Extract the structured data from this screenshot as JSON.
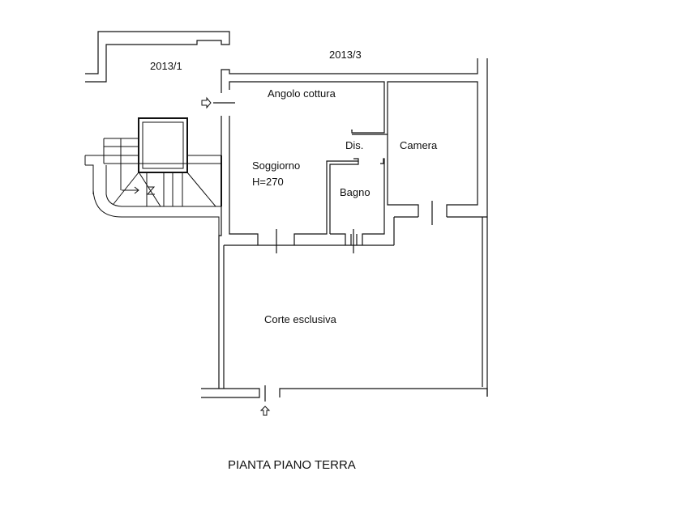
{
  "labels": {
    "lot_1": "2013/1",
    "lot_3": "2013/3",
    "kitchen": "Angolo cottura",
    "living": "Soggiorno",
    "height": "H=270",
    "hall": "Dis.",
    "bedroom": "Camera",
    "bathroom": "Bagno",
    "courtyard": "Corte esclusiva"
  },
  "title": "PIANTA PIANO TERRA",
  "colors": {
    "line": "#111111",
    "background": "#ffffff"
  }
}
